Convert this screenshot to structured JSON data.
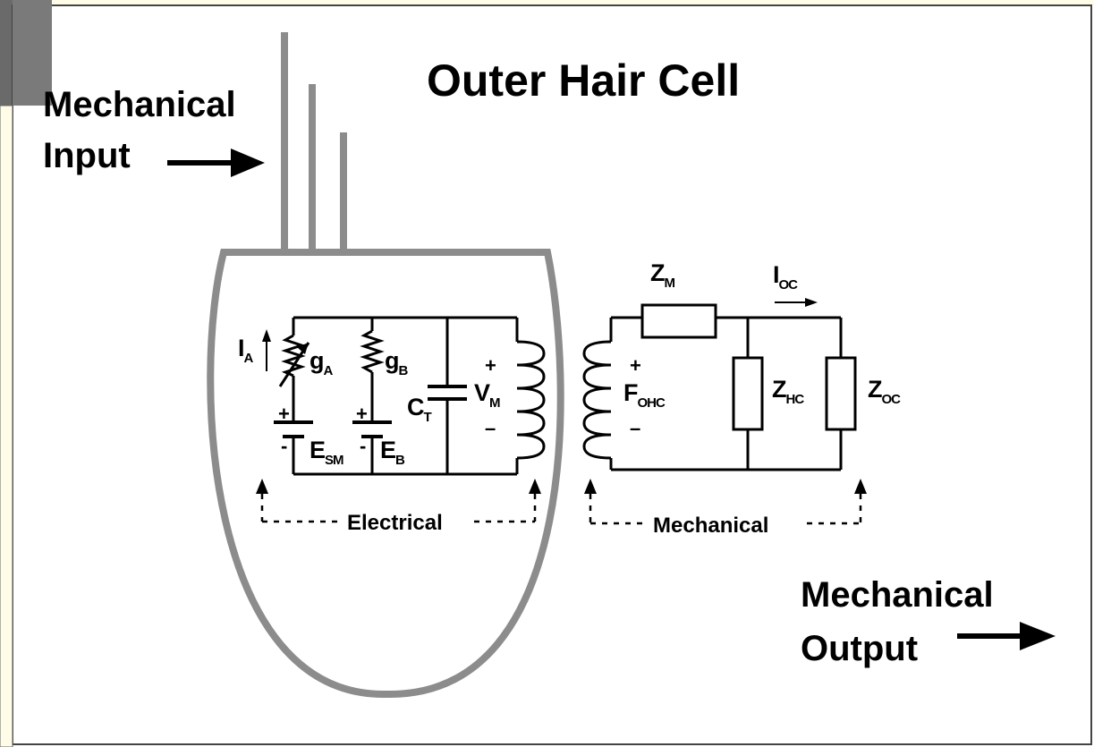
{
  "title": "Outer Hair Cell",
  "input": {
    "line1": "Mechanical",
    "line2": "Input"
  },
  "output": {
    "line1": "Mechanical",
    "line2": "Output"
  },
  "domains": {
    "electrical": "Electrical",
    "mechanical": "Mechanical"
  },
  "symbols": {
    "I": "I",
    "A": "A",
    "g": "g",
    "B": "B",
    "E": "E",
    "SM": "SM",
    "C": "C",
    "T": "T",
    "V": "V",
    "M": "M",
    "F": "F",
    "OHC": "OHC",
    "Z": "Z",
    "HC": "HC",
    "OC": "OC"
  },
  "signs": {
    "plus": "+",
    "minus": "–",
    "dash": "-"
  },
  "colors": {
    "cell_outline": "#8c8c8c",
    "circuit": "#000000",
    "frame_bg": "#fffde8",
    "frame_strip": "#5a5a5a"
  }
}
